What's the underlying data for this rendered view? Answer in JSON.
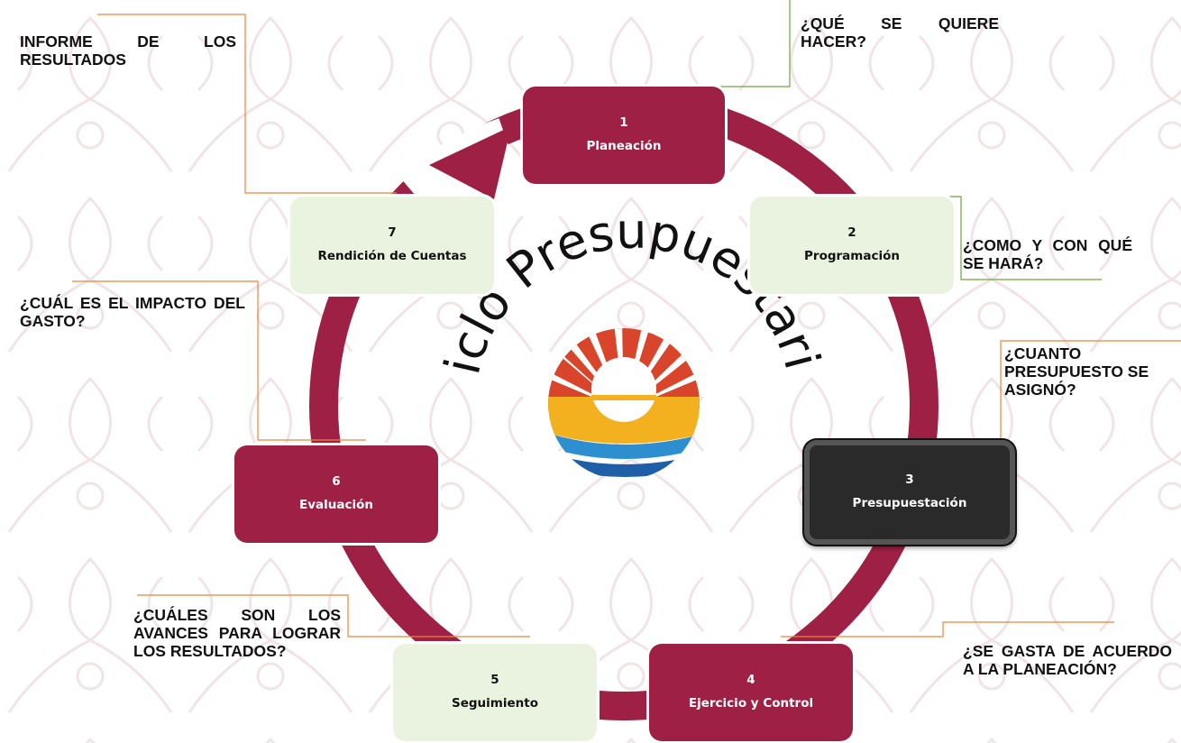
{
  "diagram": {
    "title": "Ciclo Presupuestario",
    "colors": {
      "ring": "#9e2045",
      "dark_box": "#9e2045",
      "light_box": "#e9f3df",
      "black_box": "#2a2a2a",
      "leader_orange": "#e8863a",
      "leader_green": "#6aa83a"
    },
    "steps": [
      {
        "number": "1",
        "label": "Planeación",
        "style": "dark"
      },
      {
        "number": "2",
        "label": "Programación",
        "style": "light"
      },
      {
        "number": "3",
        "label": "Presupuestación",
        "style": "black"
      },
      {
        "number": "4",
        "label": "Ejercicio y Control",
        "style": "dark"
      },
      {
        "number": "5",
        "label": "Seguimiento",
        "style": "light"
      },
      {
        "number": "6",
        "label": "Evaluación",
        "style": "dark"
      },
      {
        "number": "7",
        "label": "Rendición de Cuentas",
        "style": "light"
      }
    ],
    "questions": {
      "q1": "¿QUÉ SE QUIERE HACER?",
      "q2": "¿COMO Y CON QUÉ SE HARÁ?",
      "q3": "¿CUANTO PRESUPUESTO SE ASIGNÓ?",
      "q4": "¿SE GASTA DE ACUERDO A LA PLANEACIÓN?",
      "q5": "¿CUÁLES SON LOS AVANCES PARA LOGRAR LOS RESULTADOS?",
      "q6": "¿CUÁL ES EL IMPACTO DEL GASTO?",
      "q7": "INFORME DE LOS RESULTADOS"
    },
    "logo": "sun-over-waves-logo"
  }
}
